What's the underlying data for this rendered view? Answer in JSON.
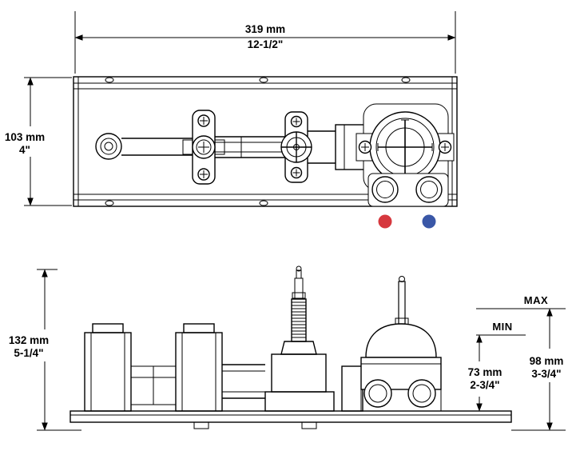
{
  "diagram": {
    "kind": "technical-dimension-drawing",
    "views": [
      "top",
      "side"
    ]
  },
  "colors": {
    "line": "#000000",
    "hot": "#d6383e",
    "cold": "#3a57a7"
  },
  "top_view": {
    "width_mm": "319 mm",
    "width_in": "12-1/2\"",
    "height_mm": "103 mm",
    "height_in": "4\""
  },
  "side_view": {
    "height_mm": "132 mm",
    "height_in": "5-1/4\"",
    "max": "MAX",
    "min": "MIN",
    "min_to_base_mm": "73 mm",
    "min_to_base_in": "2-3/4\"",
    "max_to_base_mm": "98 mm",
    "max_to_base_in": "3-3/4\""
  }
}
